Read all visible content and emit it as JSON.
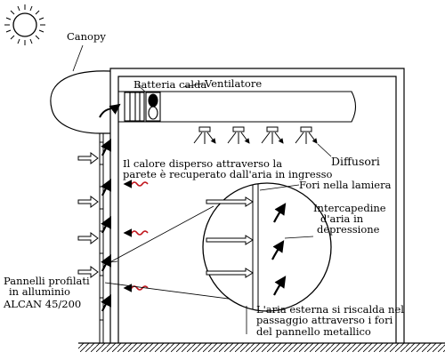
{
  "labels": {
    "canopy": "Canopy",
    "battery": "Batteria calda",
    "fan": "Ventilatore",
    "diffusers": "Diffusori",
    "heat_line1": "Il calore disperso attraverso la",
    "heat_line2": "parete è recuperato dall'aria in ingresso",
    "holes": "Fori nella lamiera",
    "gap_line1": "Intercapedine",
    "gap_line2": "d'aria in",
    "gap_line3": "depressione",
    "panels_line1": "Pannelli profilati",
    "panels_line2": "in alluminio",
    "panels_line3": "ALCAN 45/200",
    "air_line1": "L'aria esterna si riscalda nel",
    "air_line2": "passaggio attraverso i fori",
    "air_line3": "del pannello metallico"
  },
  "colors": {
    "line": "#000000",
    "heat_arrow": "#c0141b",
    "background": "#ffffff"
  },
  "icons": [
    "sun-icon",
    "fan-icon",
    "heat-arrow-icon",
    "air-arrow-icon"
  ]
}
